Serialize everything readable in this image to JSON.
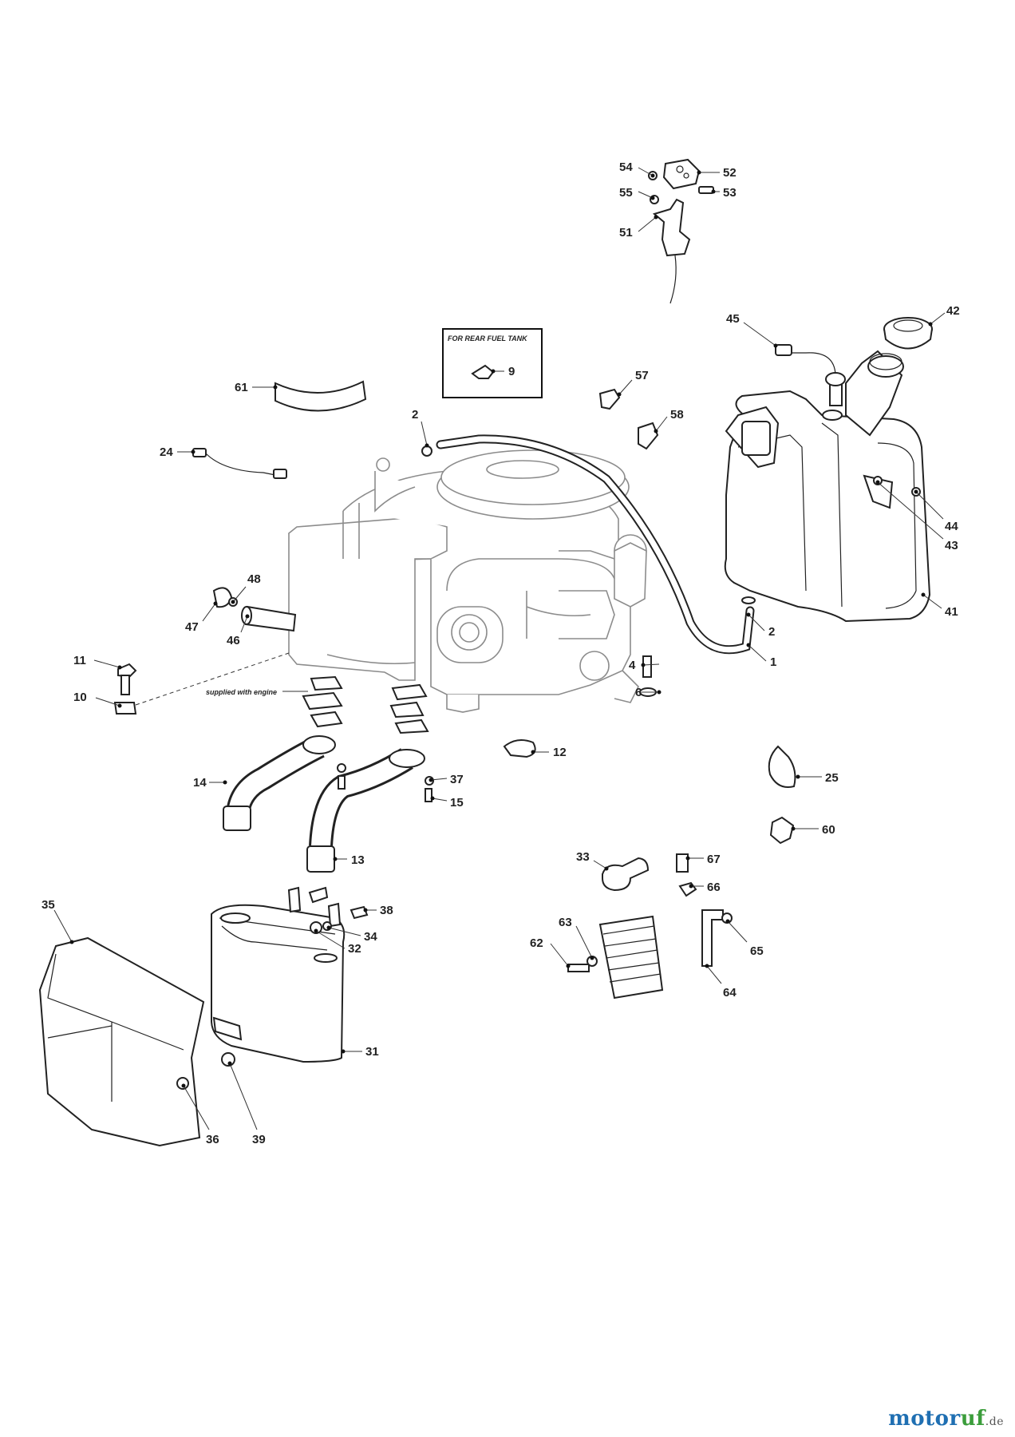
{
  "diagram": {
    "notes": {
      "rear_tank_box": "FOR REAR FUEL TANK",
      "supplied_with_engine": "supplied with engine"
    },
    "callouts": {
      "c1": "1",
      "c2a": "2",
      "c2b": "2",
      "c4": "4",
      "c6": "6",
      "c9": "9",
      "c10": "10",
      "c11": "11",
      "c12": "12",
      "c13": "13",
      "c14": "14",
      "c15": "15",
      "c24": "24",
      "c25": "25",
      "c31": "31",
      "c32": "32",
      "c33": "33",
      "c34": "34",
      "c35": "35",
      "c36": "36",
      "c37": "37",
      "c38": "38",
      "c39": "39",
      "c41": "41",
      "c42": "42",
      "c43": "43",
      "c44": "44",
      "c45": "45",
      "c46": "46",
      "c47": "47",
      "c48": "48",
      "c51": "51",
      "c52": "52",
      "c53": "53",
      "c54": "54",
      "c55": "55",
      "c57": "57",
      "c58": "58",
      "c60": "60",
      "c61": "61",
      "c62": "62",
      "c63": "63",
      "c64": "64",
      "c65": "65",
      "c66": "66",
      "c67": "67"
    }
  },
  "watermark": {
    "brand_a": "motor",
    "brand_b": "uf",
    "suffix": ".de"
  },
  "colors": {
    "brand_blue": "#1f6fb2",
    "brand_green": "#3b9d3b",
    "engine_gray": "#8c8c8c"
  }
}
